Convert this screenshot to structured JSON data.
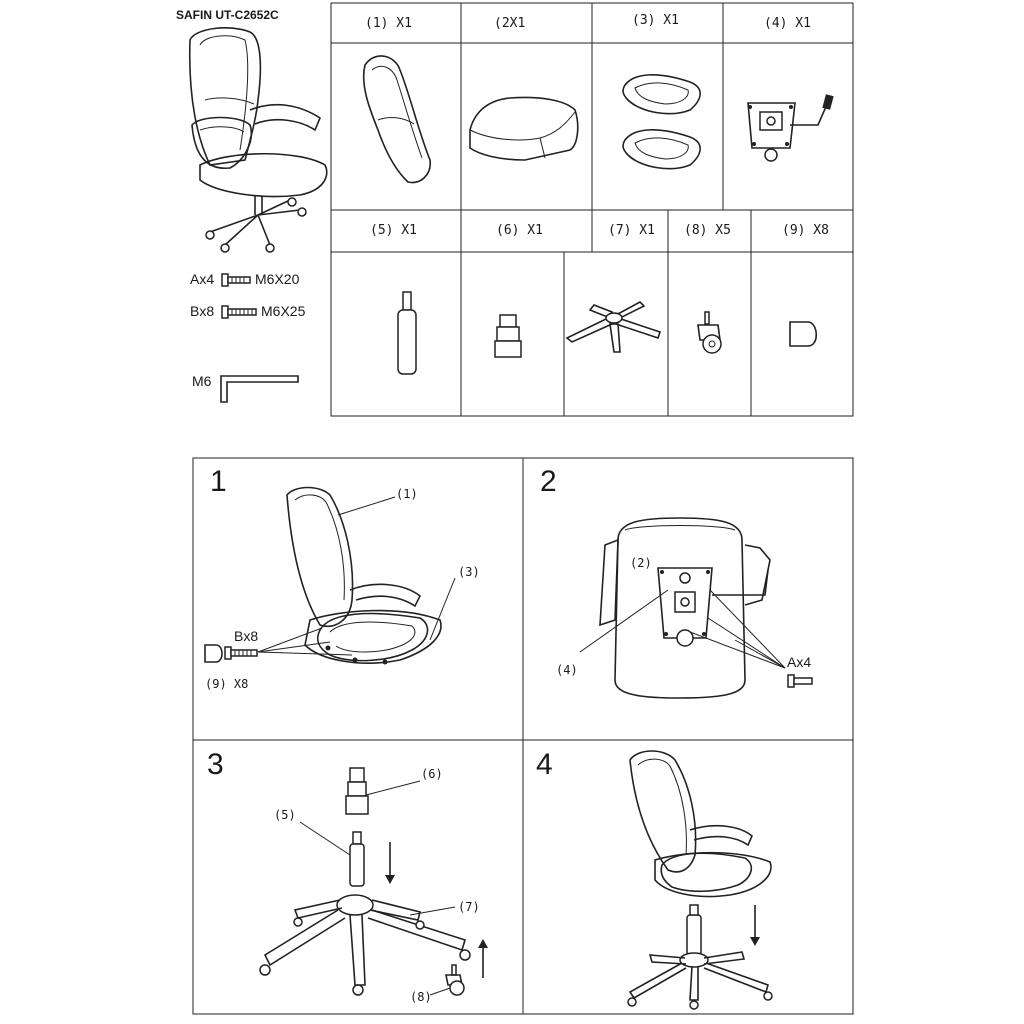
{
  "header": {
    "model": "SAFIN UT-C2652C"
  },
  "hardware": {
    "a": {
      "label": "Ax4",
      "size": "M6X20"
    },
    "b": {
      "label": "Bx8",
      "size": "M6X25"
    },
    "key": {
      "label": "M6"
    }
  },
  "parts": [
    {
      "label": "(1) X1"
    },
    {
      "label": "(2X1"
    },
    {
      "label": "(3) X1"
    },
    {
      "label": "(4) X1"
    },
    {
      "label": "(5) X1"
    },
    {
      "label": "(6) X1"
    },
    {
      "label": "(7) X1"
    },
    {
      "label": "(8) X5"
    },
    {
      "label": "(9) X8"
    }
  ],
  "steps": [
    {
      "number": "1",
      "callouts": {
        "c1": "(1)",
        "c3": "(3)",
        "bx8": "Bx8",
        "c9": "(9) X8"
      }
    },
    {
      "number": "2",
      "callouts": {
        "c2": "(2)",
        "c4": "(4)",
        "ax4": "Ax4"
      }
    },
    {
      "number": "3",
      "callouts": {
        "c5": "(5)",
        "c6": "(6)",
        "c7": "(7)",
        "c8": "(8)"
      }
    },
    {
      "number": "4"
    }
  ]
}
